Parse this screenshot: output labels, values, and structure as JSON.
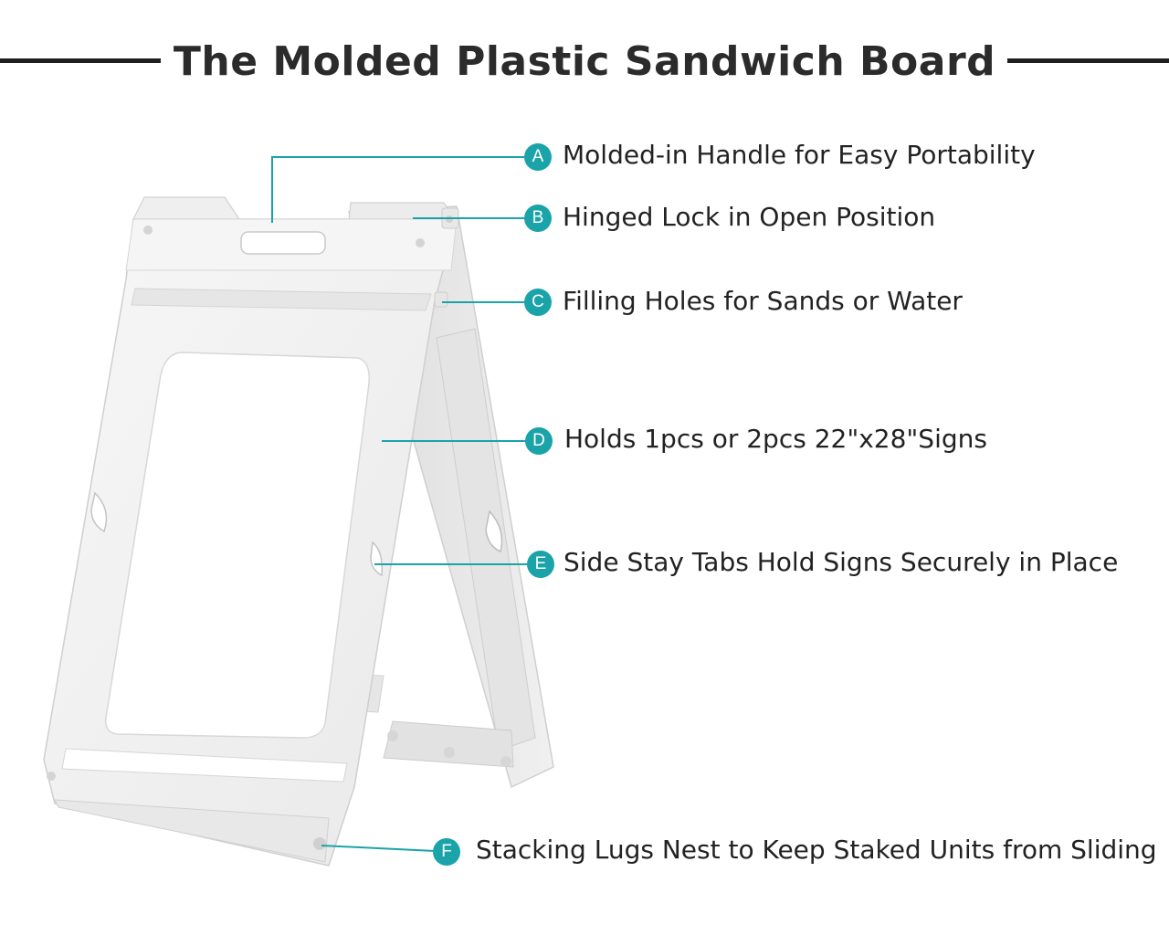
{
  "title": "The Molded Plastic Sandwich Board",
  "accent_color": "#1aa3a8",
  "features": [
    {
      "letter": "A",
      "text": "Molded-in Handle for Easy Portability"
    },
    {
      "letter": "B",
      "text": "Hinged Lock in Open Position"
    },
    {
      "letter": "C",
      "text": "Filling Holes for Sands or Water"
    },
    {
      "letter": "D",
      "text": "Holds 1pcs or 2pcs 22\"x28\"Signs"
    },
    {
      "letter": "E",
      "text": "Side Stay Tabs Hold Signs Securely in Place"
    },
    {
      "letter": "F",
      "text": "Stacking Lugs Nest to Keep Staked Units from Sliding"
    }
  ]
}
